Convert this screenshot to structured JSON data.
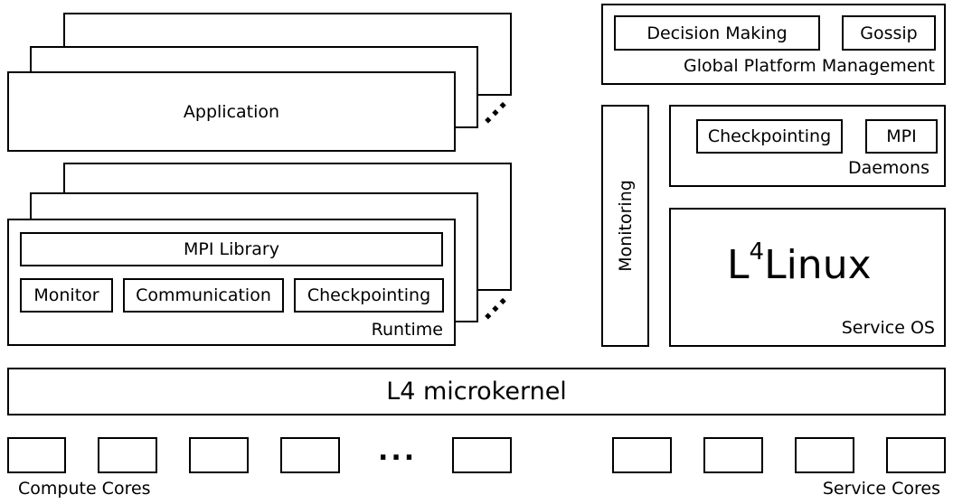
{
  "application_stack": {
    "label": "Application"
  },
  "runtime_stack": {
    "runtime_label": "Runtime",
    "mpi_library": "MPI Library",
    "monitor": "Monitor",
    "communication": "Communication",
    "checkpointing": "Checkpointing"
  },
  "global_platform": {
    "label": "Global Platform Management",
    "decision_making": "Decision Making",
    "gossip": "Gossip"
  },
  "monitoring": {
    "label": "Monitoring"
  },
  "daemons": {
    "label": "Daemons",
    "checkpointing": "Checkpointing",
    "mpi": "MPI"
  },
  "service_os": {
    "label": "Service OS",
    "l4linux_base": "L",
    "l4linux_sup": "4",
    "l4linux_rest": "Linux"
  },
  "microkernel": {
    "label": "L4 microkernel"
  },
  "cores": {
    "compute_label": "Compute Cores",
    "service_label": "Service Cores",
    "ellipsis": "..."
  }
}
